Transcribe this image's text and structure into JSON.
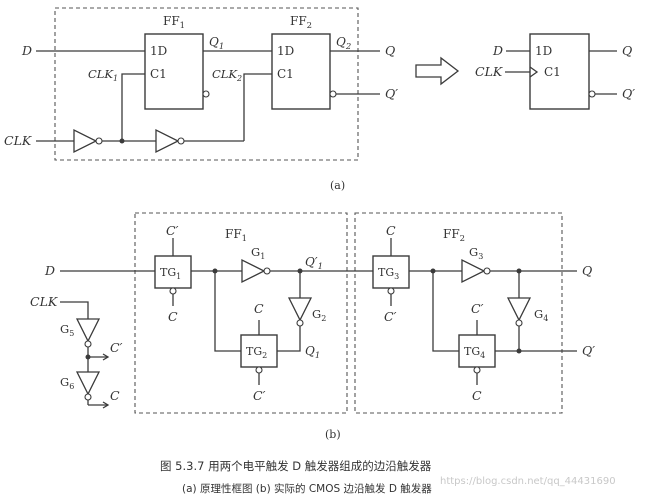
{
  "diagram_a": {
    "ff1_title": "FF",
    "ff1_sub": "1",
    "ff2_title": "FF",
    "ff2_sub": "2",
    "pin_d": "1D",
    "pin_c": "C1",
    "in_d": "D",
    "in_clk": "CLK",
    "clk1_label": "CLK",
    "clk1_sub": "1",
    "clk2_label": "CLK",
    "clk2_sub": "2",
    "q1_label": "Q",
    "q1_sub": "1",
    "q2_label": "Q",
    "q2_sub": "2",
    "out_q": "Q",
    "out_qn": "Q′",
    "equiv_in_d": "D",
    "equiv_in_clk": "CLK",
    "equiv_pin_d": "1D",
    "equiv_pin_c": "C1",
    "equiv_out_q": "Q",
    "equiv_out_qn": "Q′",
    "label": "(a)"
  },
  "diagram_b": {
    "ff1_title": "FF",
    "ff1_sub": "1",
    "ff2_title": "FF",
    "ff2_sub": "2",
    "tg1": "TG",
    "tg1_sub": "1",
    "tg2": "TG",
    "tg2_sub": "2",
    "tg3": "TG",
    "tg3_sub": "3",
    "tg4": "TG",
    "tg4_sub": "4",
    "g1": "G",
    "g1_sub": "1",
    "g2": "G",
    "g2_sub": "2",
    "g3": "G",
    "g3_sub": "3",
    "g4": "G",
    "g4_sub": "4",
    "g5": "G",
    "g5_sub": "5",
    "g6": "G",
    "g6_sub": "6",
    "c": "C",
    "cn": "C′",
    "in_d": "D",
    "in_clk": "CLK",
    "q1p": "Q′",
    "q1p_sub": "1",
    "q1": "Q",
    "q1_sub": "1",
    "out_q": "Q",
    "out_qn": "Q′",
    "label": "(b)"
  },
  "caption": {
    "title": "图 5.3.7  用两个电平触发 D 触发器组成的边沿触发器",
    "subtitle": "(a) 原理性框图  (b) 实际的 CMOS 边沿触发 D 触发器",
    "watermark": "https://blog.csdn.net/qq_44431690"
  }
}
